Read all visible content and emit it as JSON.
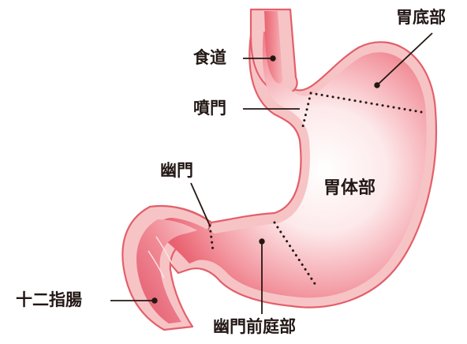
{
  "labels": {
    "esophagus": "食道",
    "cardia": "噴門",
    "fundus": "胃底部",
    "body": "胃体部",
    "pylorus": "幽門",
    "duodenum": "十二指腸",
    "antrum": "幽門前庭部"
  },
  "colors": {
    "wall_outer": "#e35f6a",
    "wall": "#f7c4c6",
    "lumen_center": "#ffffff",
    "lumen_edge": "#ec6a78",
    "leader_line": "#231815"
  }
}
